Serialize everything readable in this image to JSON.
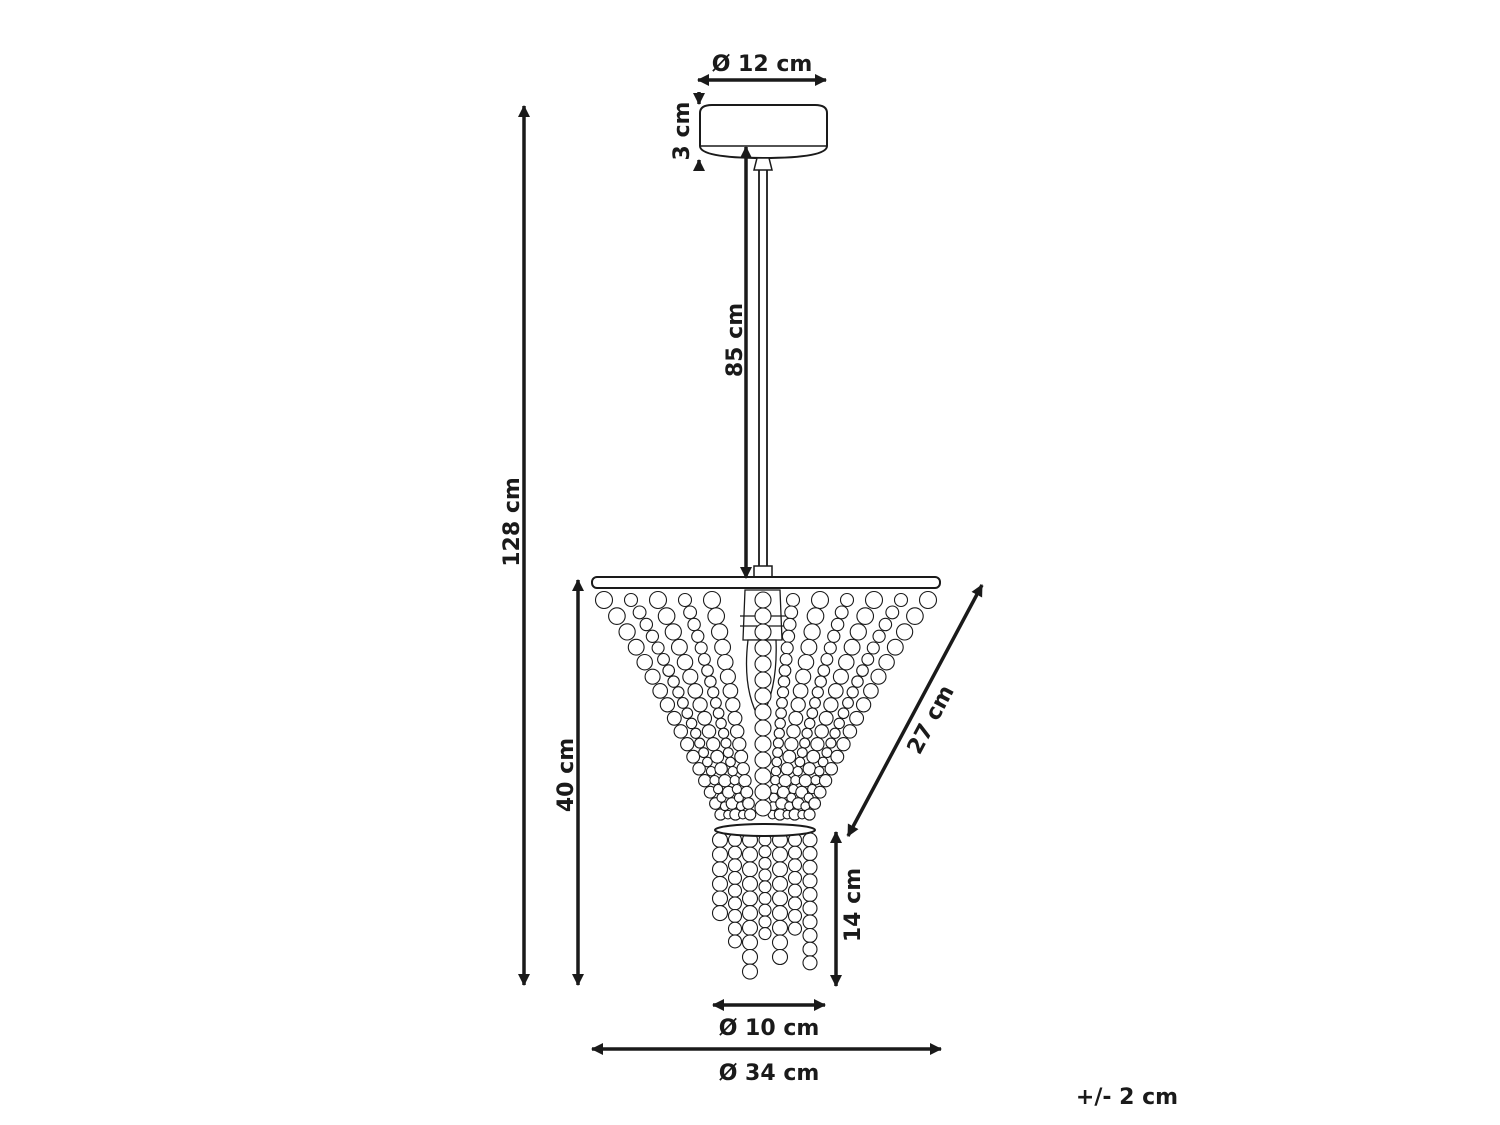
{
  "diagram": {
    "subject": "beaded pendant lamp",
    "labels": {
      "canopy_diameter": "Ø 12 cm",
      "canopy_height": "3 cm",
      "cable_length": "85 cm",
      "total_height": "128 cm",
      "shade_height": "40 cm",
      "shade_slant": "27 cm",
      "tail_height": "14 cm",
      "bottom_diameter": "Ø 10 cm",
      "top_diameter": "Ø 34 cm",
      "tolerance": "+/- 2 cm"
    }
  }
}
